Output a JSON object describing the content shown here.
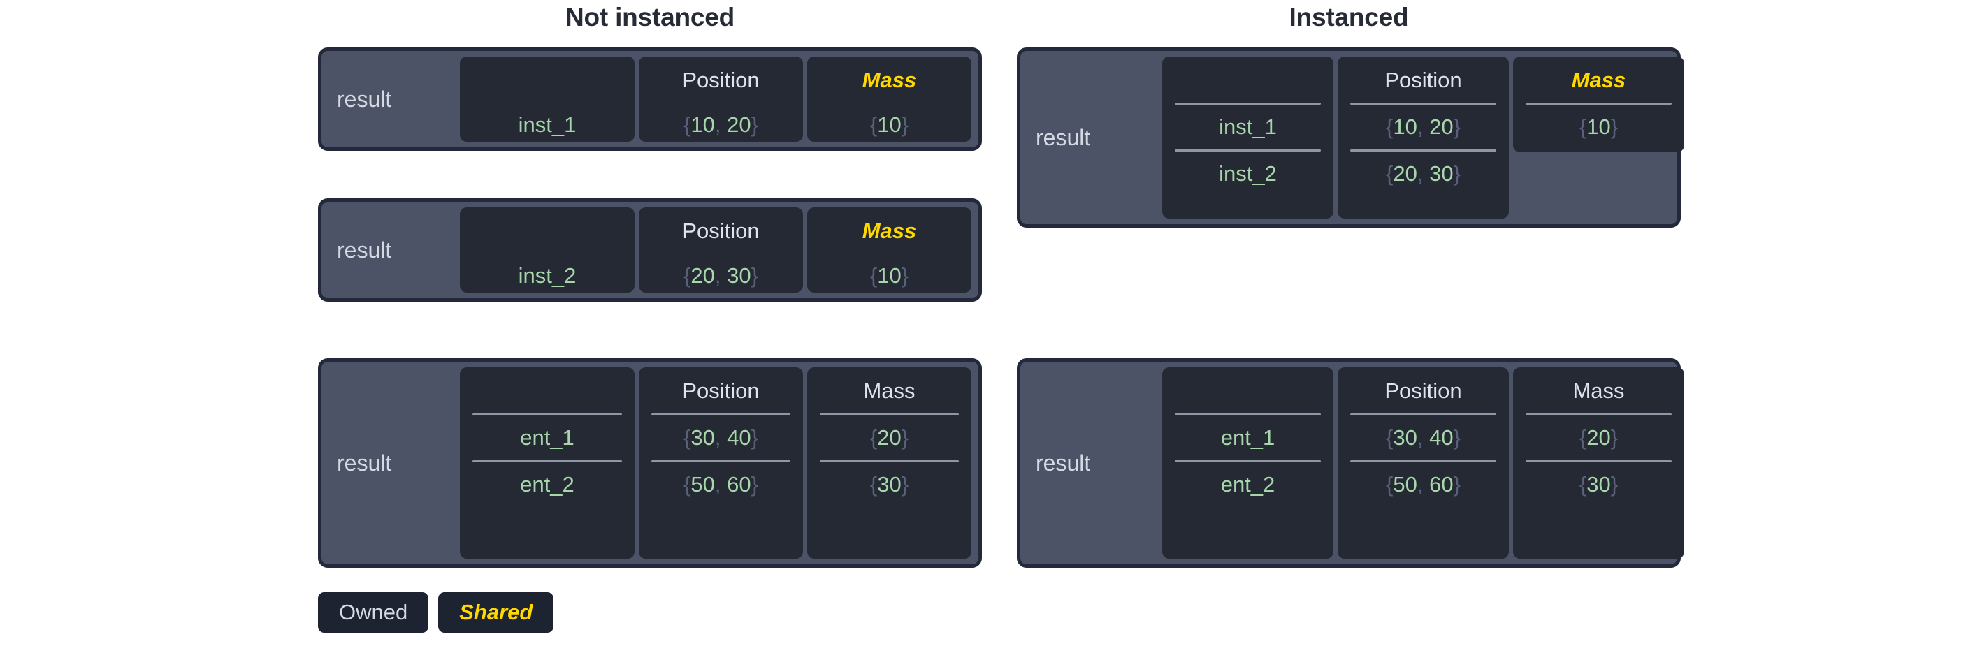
{
  "columns": [
    {
      "title": "Not instanced"
    },
    {
      "title": "Instanced"
    }
  ],
  "labels": {
    "result": "result",
    "header_name": "",
    "header_position": "Position",
    "header_mass": "Mass"
  },
  "legend": {
    "owned": "Owned",
    "shared": "Shared"
  },
  "colors": {
    "card_fill": "#4d5366",
    "card_border": "#23283a",
    "panel_fill": "#242933",
    "value_green": "#a8d6ab",
    "brace_gray": "#59607a",
    "shared_yellow": "#ffd800",
    "owned_white": "#d4d9e3",
    "title_navy": "#262b36",
    "rule_gray": "#8f96a6",
    "page_bg": "#ffffff"
  },
  "not_instanced": {
    "blocks": [
      {
        "result": "result",
        "mass_shared": true,
        "rows": [
          {
            "name": "inst_1",
            "position": "{10, 20}",
            "mass": "{10}"
          }
        ]
      },
      {
        "result": "result",
        "mass_shared": true,
        "rows": [
          {
            "name": "inst_2",
            "position": "{20, 30}",
            "mass": "{10}"
          }
        ]
      },
      {
        "result": "result",
        "mass_shared": false,
        "rows": [
          {
            "name": "ent_1",
            "position": "{30, 40}",
            "mass": "{20}"
          },
          {
            "name": "ent_2",
            "position": "{50, 60}",
            "mass": "{30}"
          }
        ]
      }
    ]
  },
  "instanced": {
    "blocks": [
      {
        "result": "result",
        "mass_shared": true,
        "mass_collapsed": true,
        "rows": [
          {
            "name": "inst_1",
            "position": "{10, 20}",
            "mass": "{10}"
          },
          {
            "name": "inst_2",
            "position": "{20, 30}",
            "mass": ""
          }
        ]
      },
      {
        "result": "result",
        "mass_shared": false,
        "mass_collapsed": false,
        "rows": [
          {
            "name": "ent_1",
            "position": "{30, 40}",
            "mass": "{20}"
          },
          {
            "name": "ent_2",
            "position": "{50, 60}",
            "mass": "{30}"
          }
        ]
      }
    ]
  }
}
